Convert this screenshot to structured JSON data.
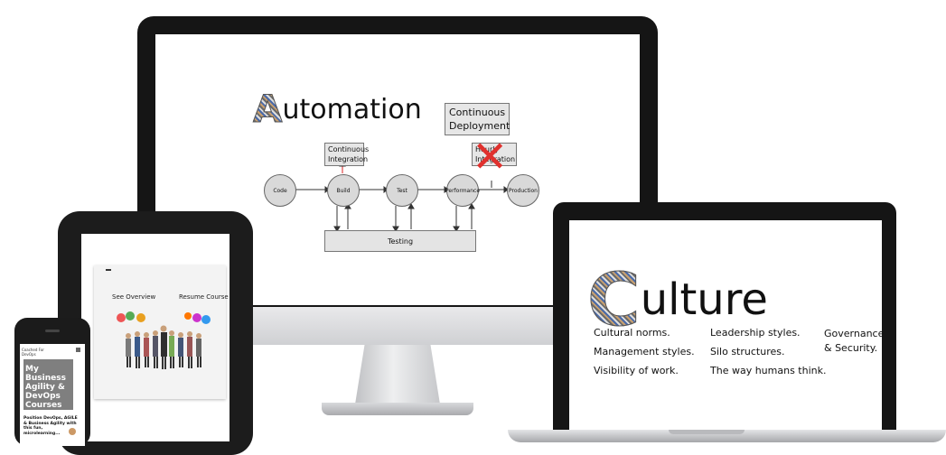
{
  "automation": {
    "first_letter": "A",
    "rest": "utomation",
    "continuous_deployment": [
      "Continuous",
      "Deployment"
    ],
    "continuous_integration": [
      "Continuous",
      "Integration"
    ],
    "hidden_integration": [
      "Hourly",
      "Integration"
    ],
    "nodes": {
      "code": "Code",
      "build": "Build",
      "test": "Test",
      "performance": "Performance",
      "production": "Production"
    },
    "testing": "Testing"
  },
  "culture": {
    "first_letter": "C",
    "rest": "ulture",
    "items": [
      "Cultural norms.",
      "Leadership styles.",
      "Governance & Security.",
      "Management styles.",
      "Silo structures.",
      "Visibility of work.",
      "The way humans think."
    ]
  },
  "tablet": {
    "see_overview": "See Overview",
    "resume_course": "Resume Course"
  },
  "phone": {
    "header": "Coached For DevOps",
    "card_title": "My Business Agility & DevOps Courses",
    "subtitle": "Position DevOps, AGILE & Business Agility with this fun, microlearning..."
  },
  "colors": {
    "x_mark": "#e0312e",
    "bezel": "#151515"
  }
}
